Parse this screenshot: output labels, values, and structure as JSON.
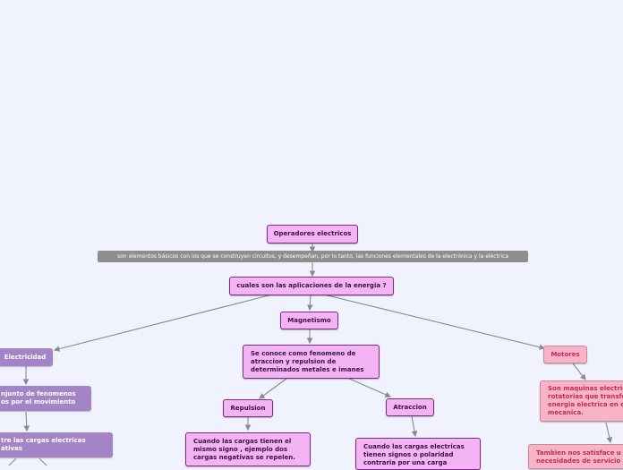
{
  "root": "Operadores electricos",
  "root_desc": "son elementos básicos con los que se construyen circuitos, y desempeñan, por lo tanto, las funciones elementales de la electrónica y la eléctrica",
  "question": "cuales son las aplicaciones de la energia ?",
  "magnetismo": {
    "title": "Magnetismo",
    "desc": "Se conoce como fenomeno de atraccion y repulsion de determinados metales e imanes",
    "repulsion": {
      "title": "Repulsion",
      "desc": "Cuando las cargas tienen el mismo signo , ejemplo dos cargas negativas se repelen."
    },
    "atraccion": {
      "title": "Atraccion",
      "desc": "Cuando las cargas electricas tienen signos o polaridad contraria por una carga"
    }
  },
  "electricidad": {
    "title": "Electricidad",
    "desc": "njunto de fenomenos\nos por el movimiento",
    "child": "tre las cargas electricas\nativas"
  },
  "motores": {
    "title": "Motores",
    "desc": "Son maquinas electric\nrotatorias que transfo\nenergia electrica en e\nmecanica.",
    "child": "Tambien nos satisface u\nnecesidades de servicio d"
  },
  "colors": {
    "edge": "#8a8a8a",
    "background": "#f0f3fd"
  }
}
